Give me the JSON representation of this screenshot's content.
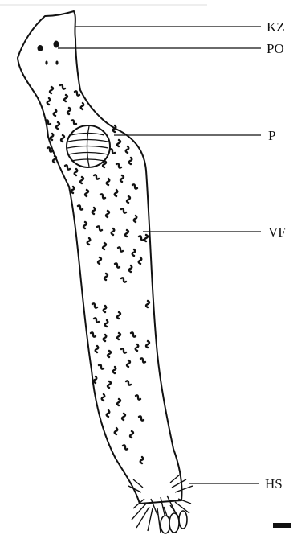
{
  "labels": {
    "kz": "KZ",
    "po": "PO",
    "p": "P",
    "vf": "VF",
    "hs": "HS"
  },
  "colors": {
    "ink": "#111111",
    "background": "#ffffff"
  }
}
